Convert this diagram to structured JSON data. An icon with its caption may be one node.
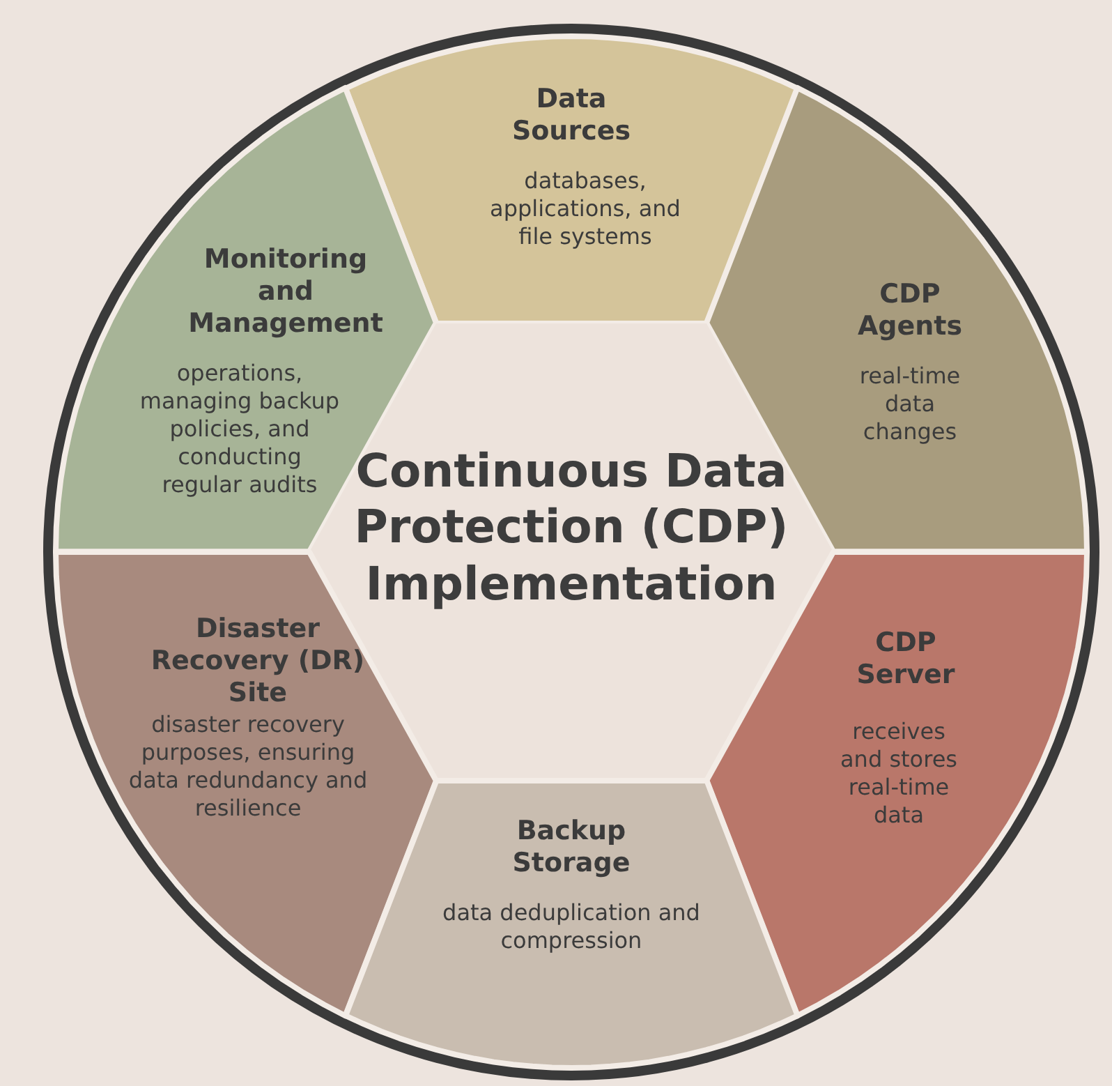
{
  "diagram": {
    "nodes": [
      {
        "text": [
          "Data Sources",
          "databases, applications, and file systems"
        ]
      },
      {
        "text": [
          "Monitoring and Management",
          "operations, managing backup policies, and conducting regular audits"
        ]
      },
      {
        "text": [
          "CDP Agents",
          "real-time data changes"
        ]
      },
      {
        "text": [
          "Continuous Data Protection (CDP) Implementation"
        ]
      },
      {
        "text": [
          "Disaster Recovery (DR) Site",
          "disaster recovery purposes, ensuring data redundancy and resilience"
        ]
      },
      {
        "text": [
          "CDP Server",
          "receives and stores real-time data"
        ]
      },
      {
        "text": [
          "Backup Storage",
          "data deduplication and compression"
        ]
      }
    ]
  }
}
